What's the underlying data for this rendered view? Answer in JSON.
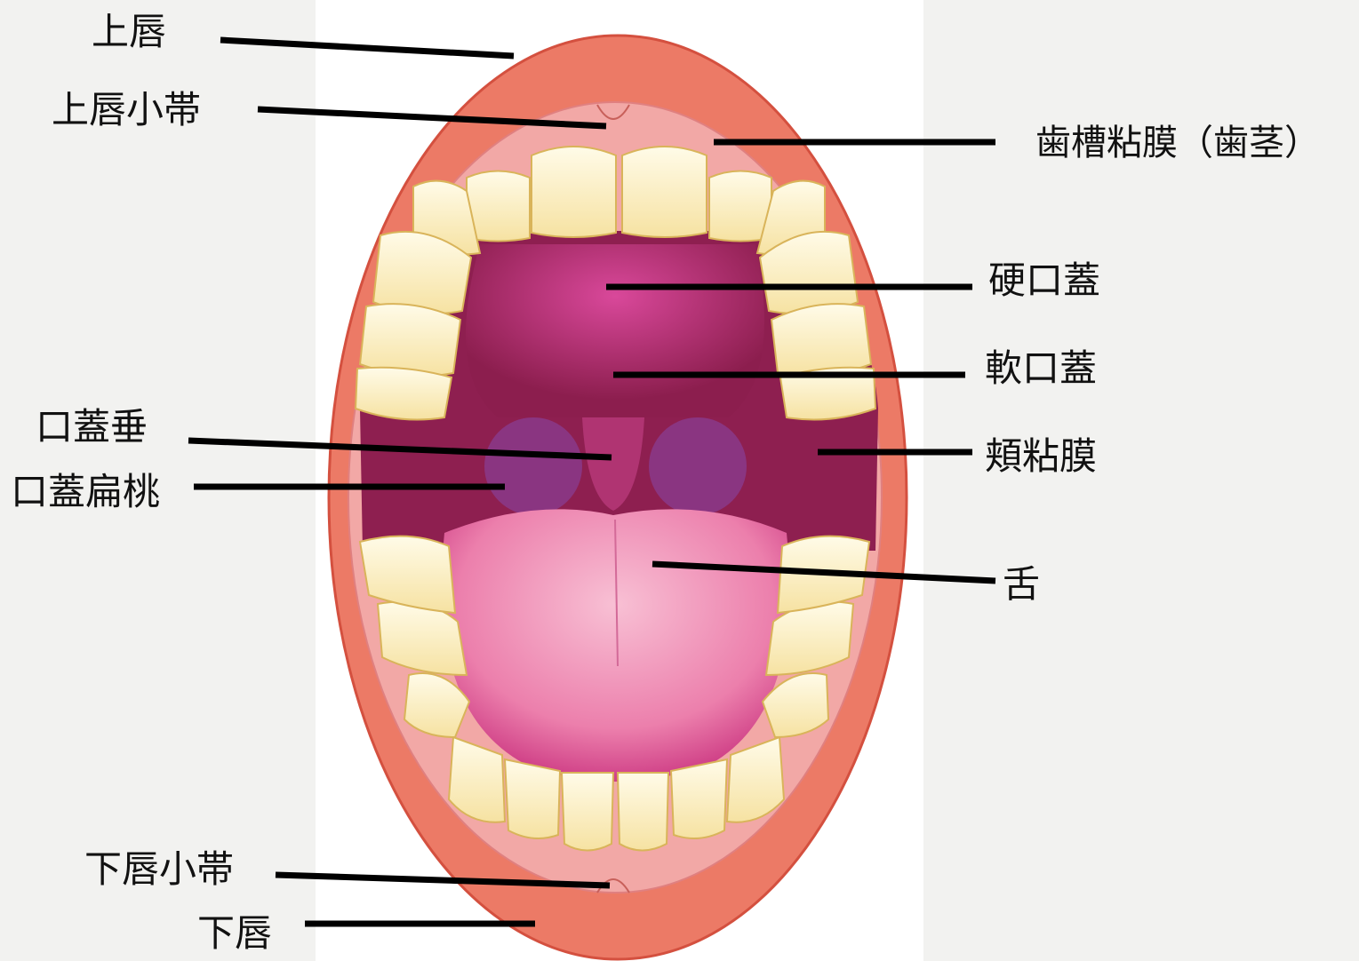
{
  "labels": {
    "upper_lip": "上唇",
    "upper_labial_frenulum": "上唇小帯",
    "alveolar_mucosa": "歯槽粘膜（歯茎）",
    "hard_palate": "硬口蓋",
    "soft_palate": "軟口蓋",
    "uvula": "口蓋垂",
    "palatine_tonsil": "口蓋扁桃",
    "buccal_mucosa": "頬粘膜",
    "tongue": "舌",
    "lower_labial_frenulum": "下唇小帯",
    "lower_lip": "下唇"
  },
  "colors": {
    "lip": "#ec7a66",
    "lip_edge": "#d4503f",
    "gum": "#f2a8a6",
    "cavity": "#8e1f50",
    "palate": "#c23d82",
    "tonsil": "#8a3a8a",
    "tongue": "#ef8fb6",
    "tooth": "#fff6da",
    "tooth_edge": "#d9b45a",
    "leader_line": "#000000",
    "panel": "#ffffff"
  }
}
